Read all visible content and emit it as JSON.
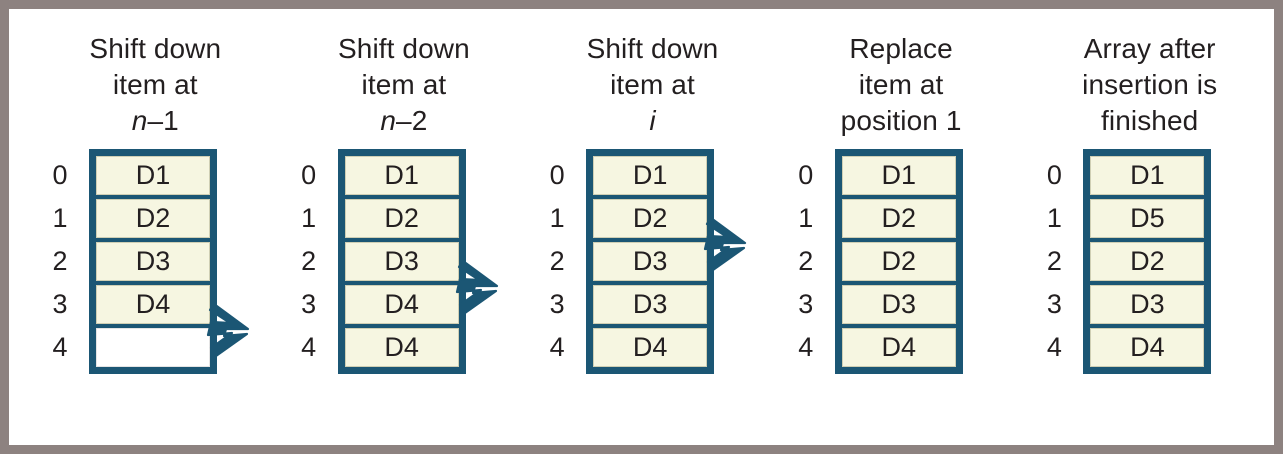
{
  "figure": {
    "title": "Array insertion step-by-step diagram",
    "frame_color": "#8d8280",
    "box_border_color": "#1b5674",
    "cell_fill_color": "#f6f6e1",
    "empty_cell_color": "#ffffff",
    "text_color": "#231f20",
    "indices": [
      "0",
      "1",
      "2",
      "3",
      "4"
    ]
  },
  "panels": [
    {
      "caption": {
        "line1": "Shift down",
        "line2": "item at",
        "line3": "n–1",
        "line3_italic_prefix": "n",
        "line3_rest": "–1"
      },
      "cells": [
        "D1",
        "D2",
        "D3",
        "D4",
        ""
      ],
      "empty_index": 4,
      "arrow": {
        "present": true,
        "between_rows": [
          3,
          4
        ]
      }
    },
    {
      "caption": {
        "line1": "Shift down",
        "line2": "item at",
        "line3": "n–2",
        "line3_italic_prefix": "n",
        "line3_rest": "–2"
      },
      "cells": [
        "D1",
        "D2",
        "D3",
        "D4",
        "D4"
      ],
      "empty_index": -1,
      "arrow": {
        "present": true,
        "between_rows": [
          2,
          3
        ]
      }
    },
    {
      "caption": {
        "line1": "Shift down",
        "line2": "item at",
        "line3": "i",
        "line3_italic_prefix": "i",
        "line3_rest": ""
      },
      "cells": [
        "D1",
        "D2",
        "D3",
        "D3",
        "D4"
      ],
      "empty_index": -1,
      "arrow": {
        "present": true,
        "between_rows": [
          1,
          2
        ]
      }
    },
    {
      "caption": {
        "line1": "Replace",
        "line2": "item at",
        "line3": "position 1",
        "line3_italic_prefix": "",
        "line3_rest": "position 1"
      },
      "cells": [
        "D1",
        "D2",
        "D2",
        "D3",
        "D4"
      ],
      "empty_index": -1,
      "arrow": {
        "present": false,
        "between_rows": []
      }
    },
    {
      "caption": {
        "line1": "Array after",
        "line2": "insertion is",
        "line3": "finished",
        "line3_italic_prefix": "",
        "line3_rest": "finished"
      },
      "cells": [
        "D1",
        "D5",
        "D2",
        "D3",
        "D4"
      ],
      "empty_index": -1,
      "arrow": {
        "present": false,
        "between_rows": []
      }
    }
  ]
}
